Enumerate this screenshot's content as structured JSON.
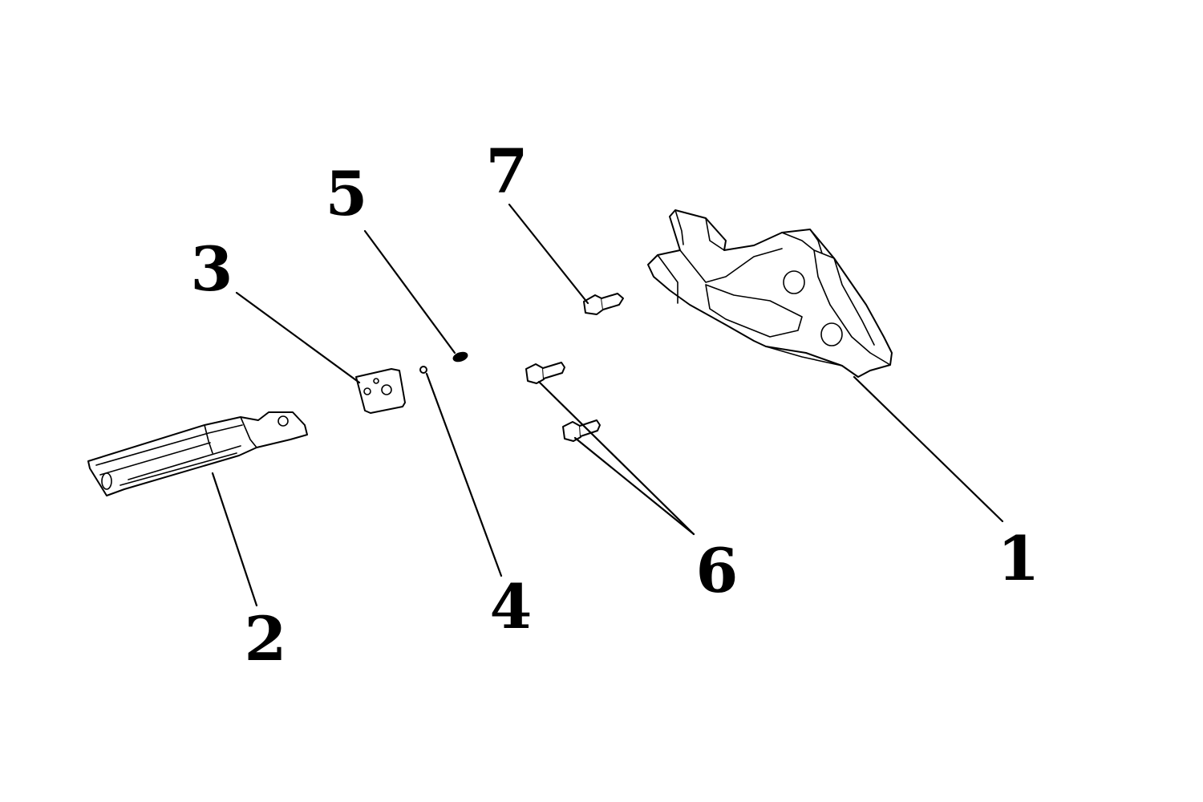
{
  "callouts": [
    {
      "id": "1",
      "label": "1",
      "part": "footrest-bracket"
    },
    {
      "id": "2",
      "label": "2",
      "part": "footpeg"
    },
    {
      "id": "3",
      "label": "3",
      "part": "plate"
    },
    {
      "id": "4",
      "label": "4",
      "part": "pin"
    },
    {
      "id": "5",
      "label": "5",
      "part": "spring-washer"
    },
    {
      "id": "6",
      "label": "6",
      "part": "bolts"
    },
    {
      "id": "7",
      "label": "7",
      "part": "screw"
    }
  ],
  "colors": {
    "ink": "#000000",
    "paper": "#ffffff"
  }
}
